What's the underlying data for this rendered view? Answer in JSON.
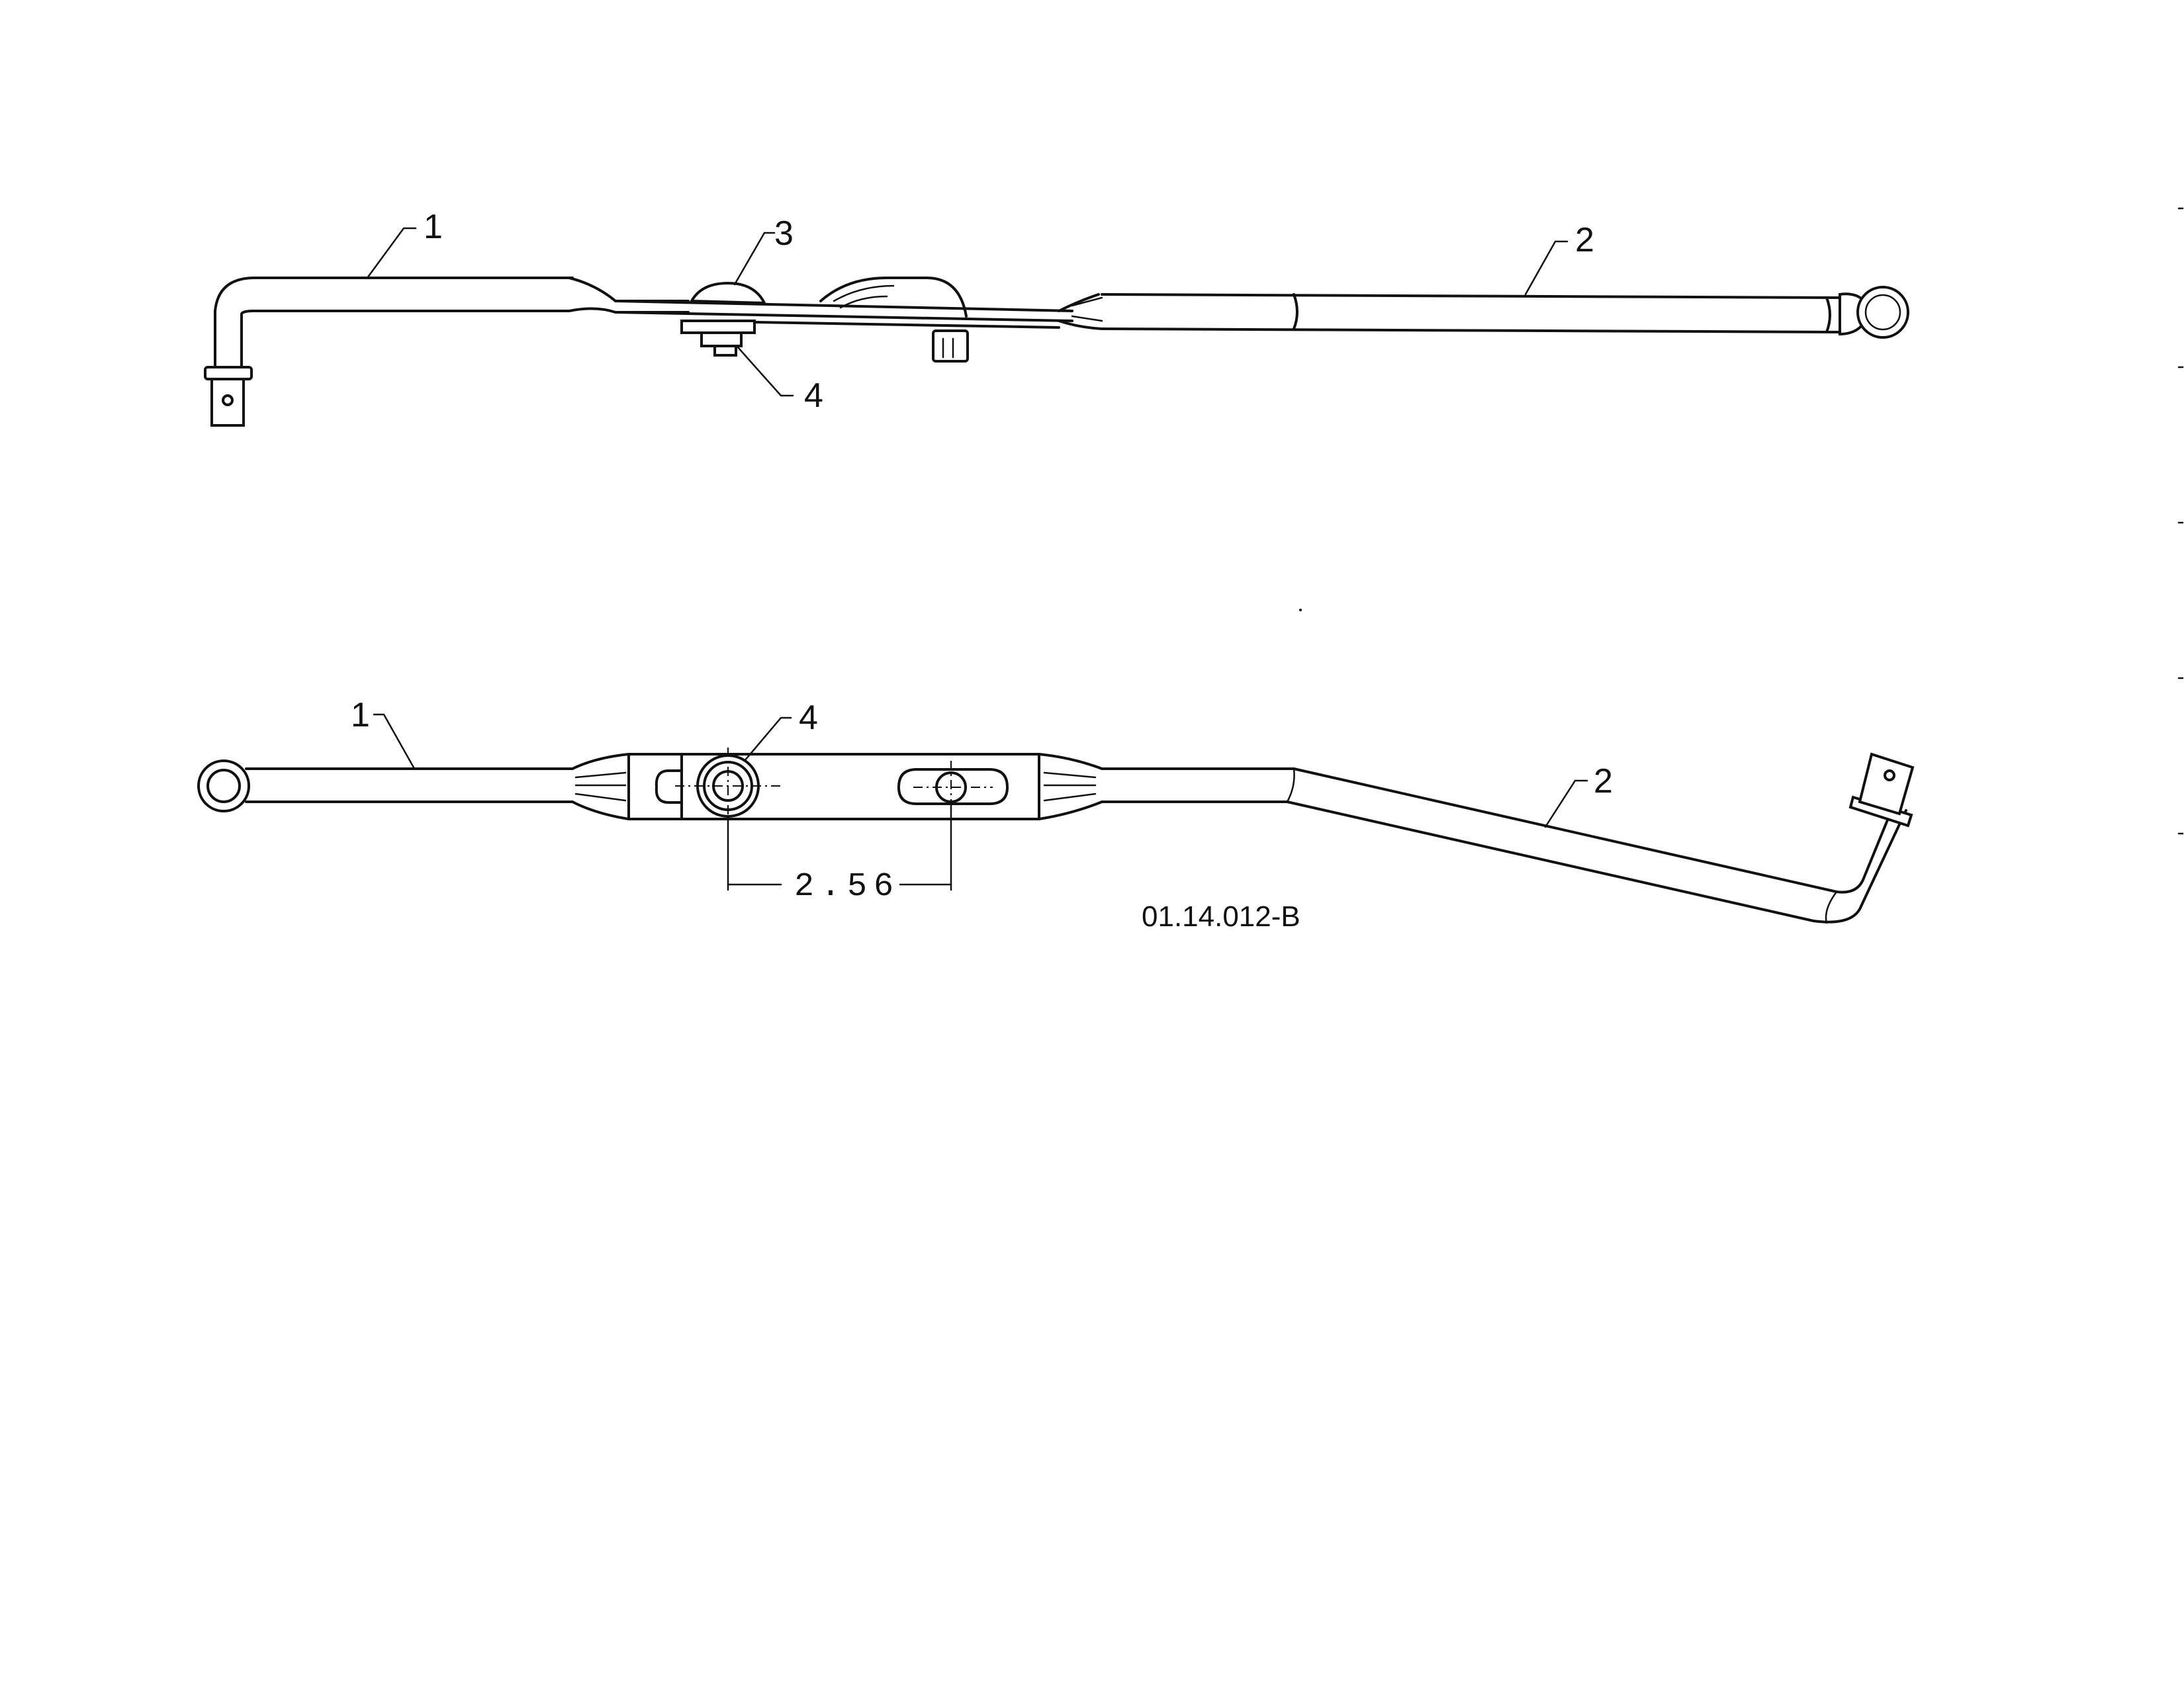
{
  "top_view": {
    "callouts": [
      "1",
      "2",
      "3",
      "4"
    ]
  },
  "bottom_view": {
    "callouts": [
      "1",
      "4",
      "2"
    ],
    "dimension": "2.56"
  },
  "drawing_number": "01.14.012-B"
}
